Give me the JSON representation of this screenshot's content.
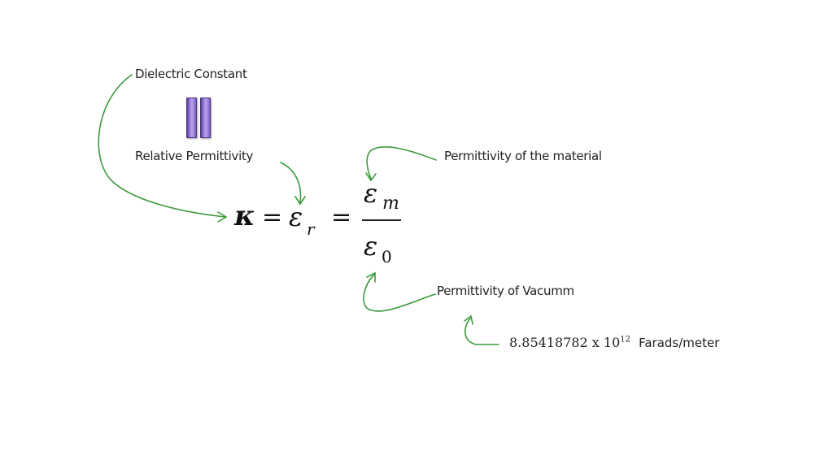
{
  "labels": {
    "dielectric_constant": "Dielectric Constant",
    "relative_permittivity": "Relative Permittivity",
    "permittivity_material": "Permittivity of the material",
    "permittivity_vacuum": "Permittivity of Vacumm",
    "vacuum_value": "8.85418782 x 10",
    "vacuum_exponent": "12",
    "vacuum_unit": "Farads/meter"
  },
  "equation": {
    "kappa": "κ",
    "equals1": "=",
    "epsilon_r": "ε",
    "epsilon_r_sub": "r",
    "equals2": "=",
    "numerator": "ε",
    "numerator_sub": "m",
    "denominator": "ε",
    "denominator_sub": "0"
  },
  "colors": {
    "arrow": "#3a9a3a",
    "equals_bars": "#8f72d6",
    "text": "#222222"
  }
}
